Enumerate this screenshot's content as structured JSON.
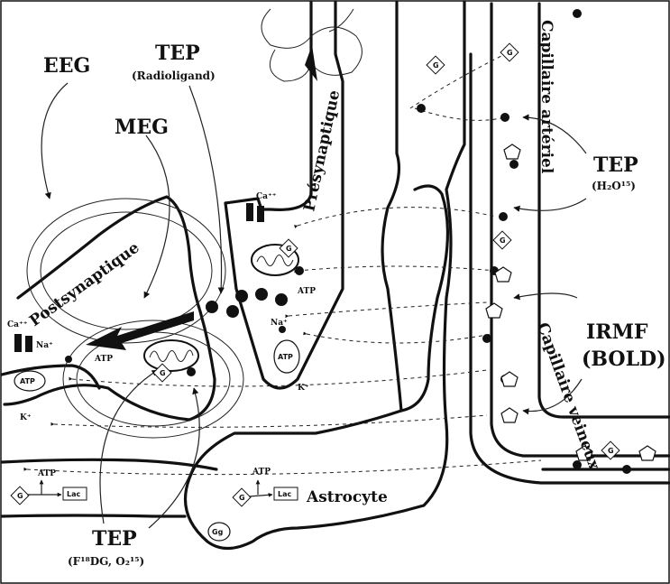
{
  "labels": {
    "eeg": "EEG",
    "tep_radioligand_title": "TEP",
    "tep_radioligand_sub": "(Radioligand)",
    "meg": "MEG",
    "presynaptique": "Présynaptique",
    "postsynaptique": "Postsynaptique",
    "capillaire_arteriel": "Capillaire artériel",
    "tep_h2o_title": "TEP",
    "tep_h2o_sub": "(H₂O¹⁵)",
    "irmf": "IRMF",
    "bold": "(BOLD)",
    "capillaire_veineux": "Capillaire veineux",
    "astrocyte": "Astrocyte",
    "tep_fdg_title": "TEP",
    "tep_fdg_sub": "(F¹⁸DG, O₂¹⁵)"
  },
  "tokens": {
    "ca": "Ca⁺⁺",
    "na": "Na⁺",
    "k": "K⁺",
    "atp": "ATP",
    "lac": "Lac",
    "g": "G",
    "gg": "Gg"
  }
}
